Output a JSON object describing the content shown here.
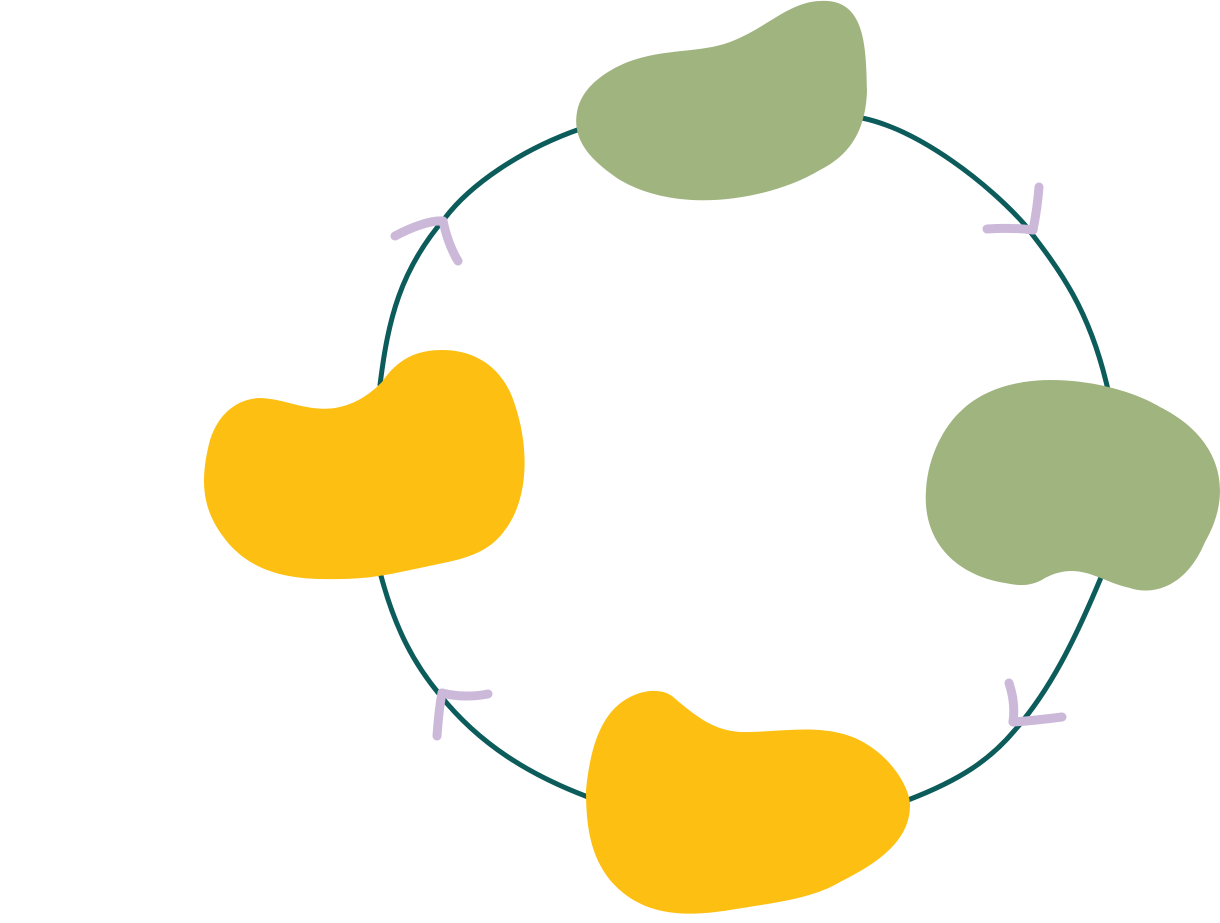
{
  "diagram": {
    "type": "cycle",
    "node_count": 4,
    "arrow_count": 4,
    "direction": "clockwise",
    "labels": []
  },
  "colors": {
    "ring": "#0b5c5a",
    "arrow": "#ccb9da",
    "green_blob": "#a0b47f",
    "yellow_blob": "#fcbf12",
    "background": "#ffffff"
  }
}
